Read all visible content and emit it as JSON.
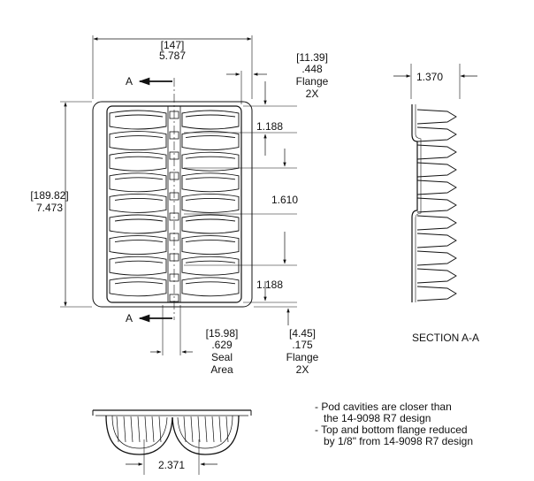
{
  "dimensions": {
    "width_mm": "[147]",
    "width_in": "5.787",
    "flange_side_mm": "[11.39]",
    "flange_side_in": ".448",
    "flange_side_label": "Flange",
    "flange_side_count": "2X",
    "height_mm": "[189.82]",
    "height_in": "7.473",
    "top_pitch": "1.188",
    "mid_pitch": "1.610",
    "bottom_pitch": "1.188",
    "seal_mm": "[15.98]",
    "seal_in": ".629",
    "seal_label_1": "Seal",
    "seal_label_2": "Area",
    "flange_tb_mm": "[4.45]",
    "flange_tb_in": ".175",
    "flange_tb_label": "Flange",
    "flange_tb_count": "2X",
    "section_depth": "1.370",
    "cavity_width": "2.371"
  },
  "section_marker": "A",
  "section_title": "SECTION A-A",
  "notes": [
    "- Pod cavities are closer than",
    "the 14-9098 R7 design",
    "- Top and bottom flange reduced",
    "by 1/8\" from 14-9098 R7 design"
  ]
}
